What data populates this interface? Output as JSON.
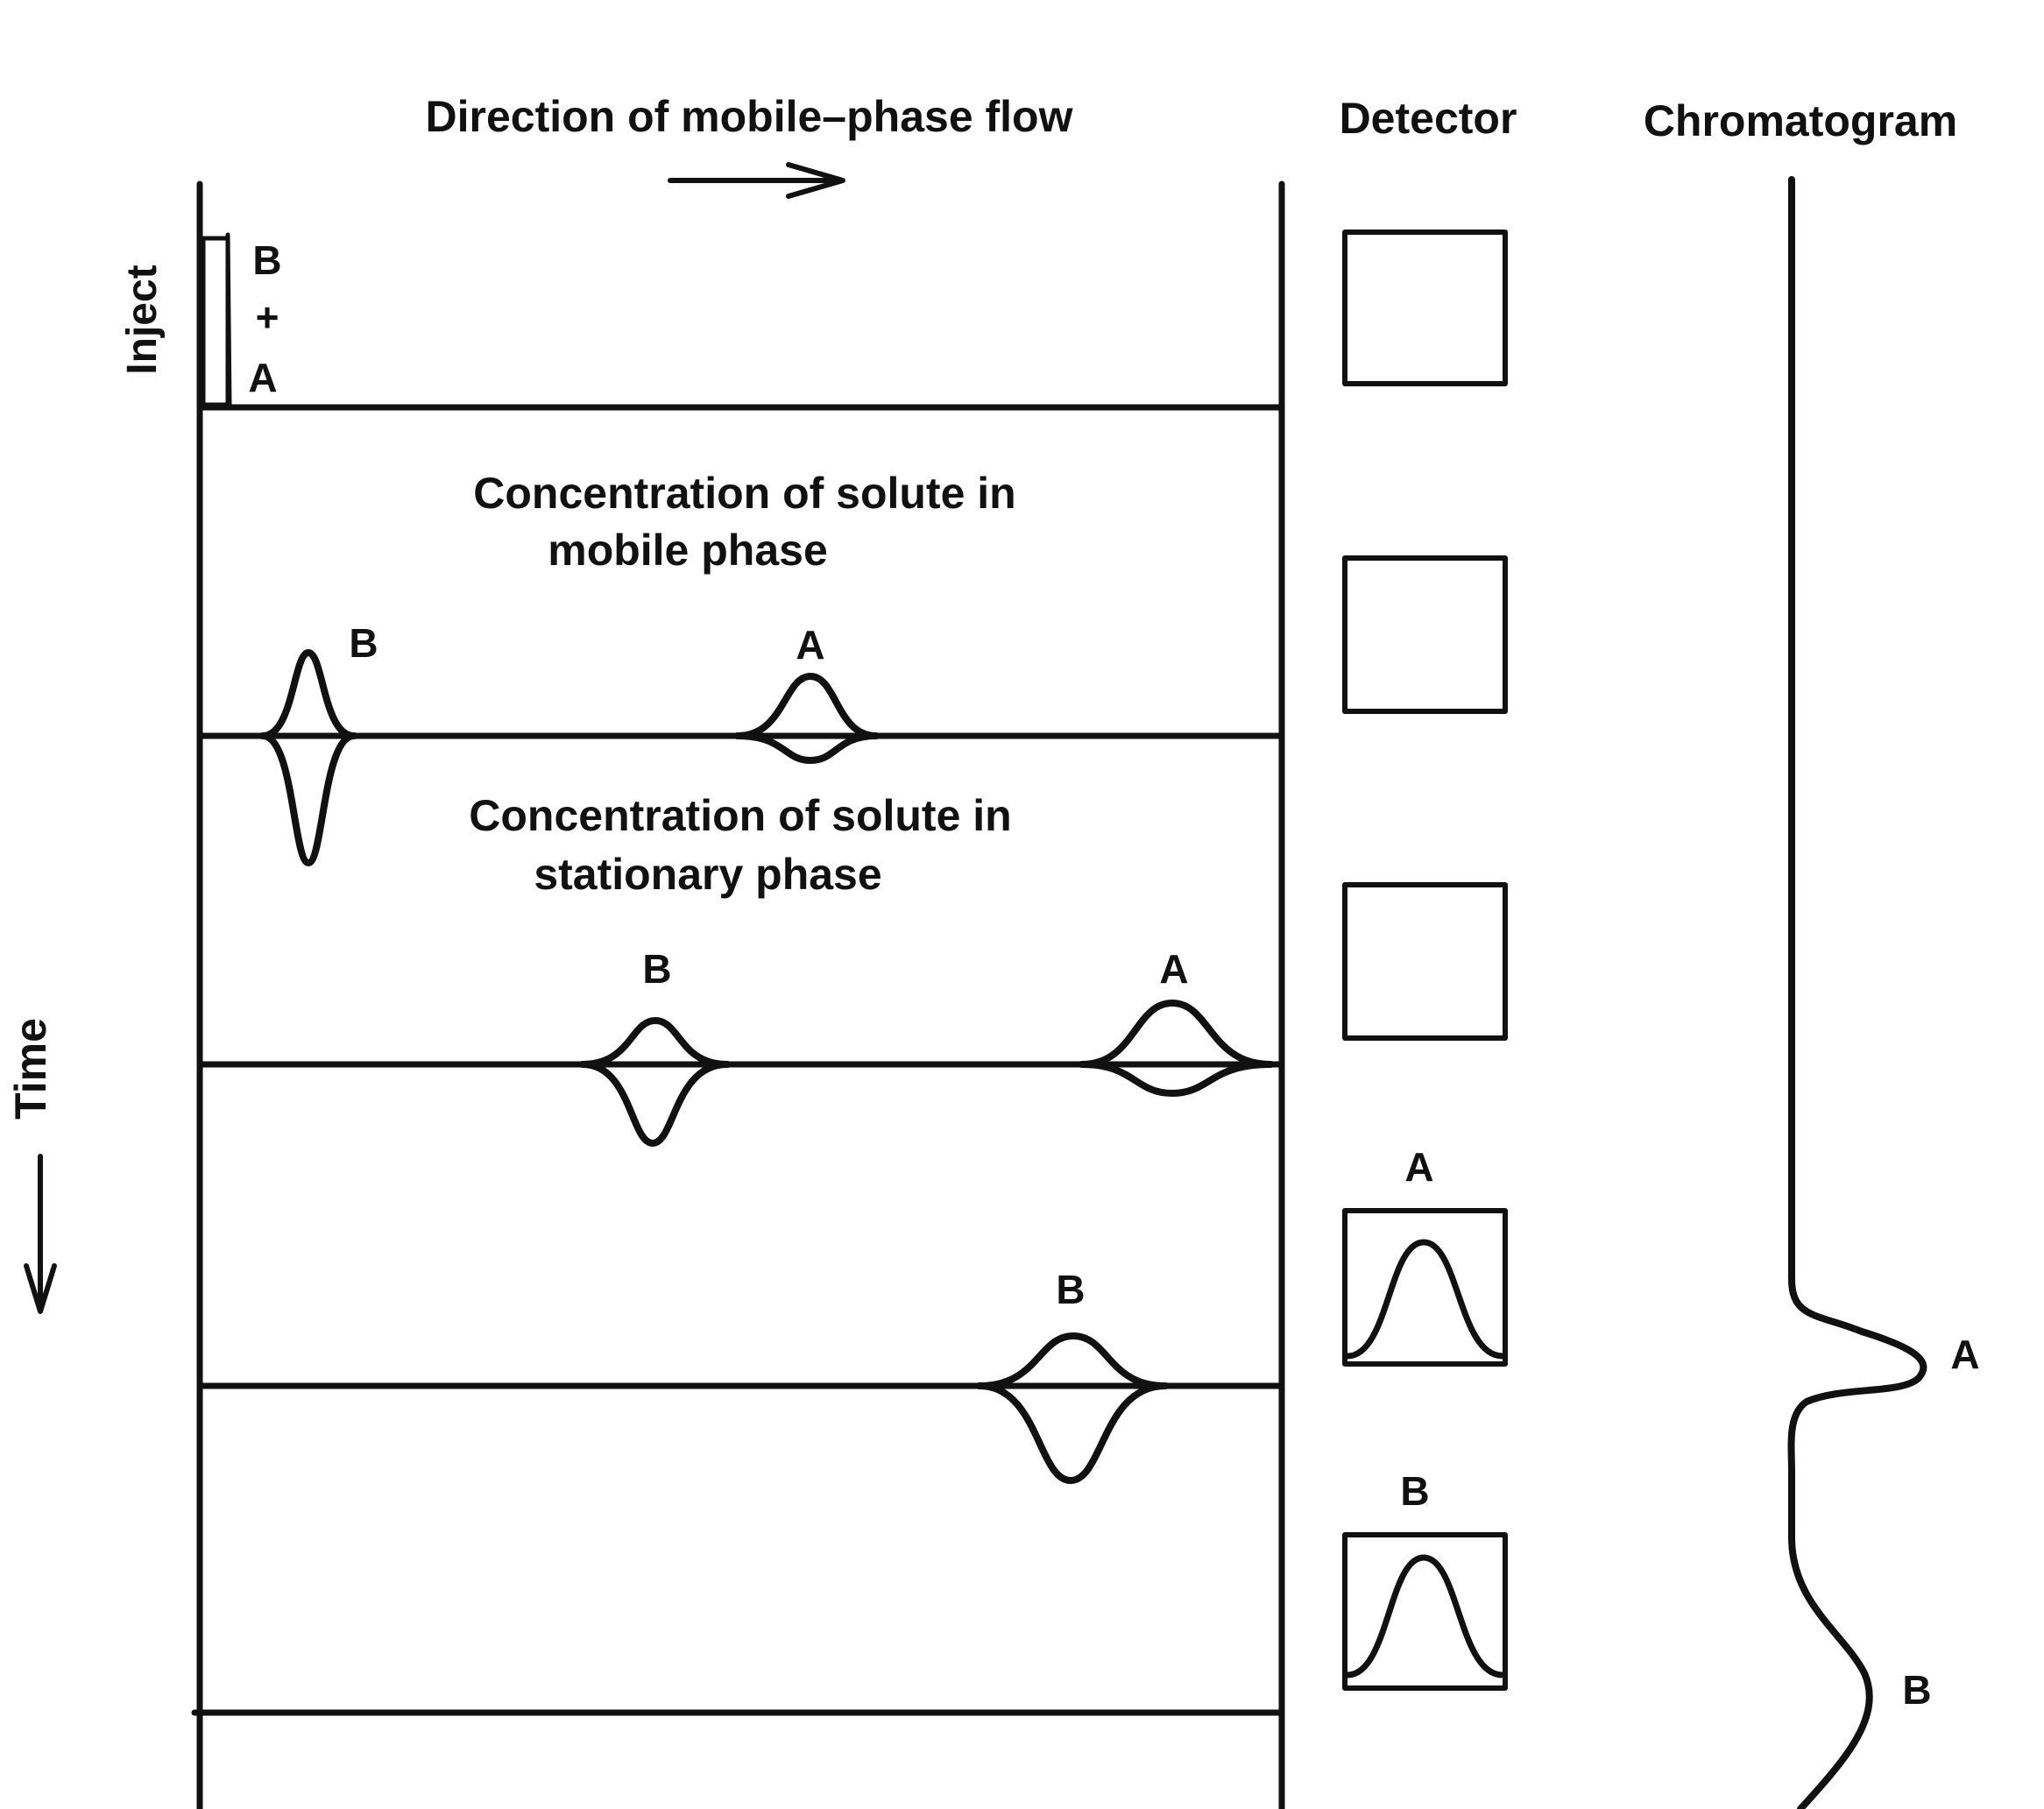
{
  "header": {
    "flow_label": "Direction of mobile–phase flow",
    "detector_label": "Detector",
    "chromatogram_label": "Chromatogram"
  },
  "axis": {
    "inject_label": "Inject",
    "time_label": "Time"
  },
  "injection": {
    "top": "B",
    "plus": "+",
    "bottom": "A"
  },
  "annotations": {
    "mobile_line1": "Concentration of solute in",
    "mobile_line2": "mobile phase",
    "stationary_line1": "Concentration of solute in",
    "stationary_line2": "stationary phase"
  },
  "stage2": {
    "peak_b": "B",
    "peak_a": "A"
  },
  "stage3": {
    "peak_b": "B",
    "peak_a": "A"
  },
  "stage4": {
    "peak_b": "B"
  },
  "detector": {
    "peak_a": "A",
    "peak_b": "B"
  },
  "chromatogram": {
    "peak_a": "A",
    "peak_b": "B"
  },
  "colors": {
    "ink": "#111111",
    "paper": "#ffffff"
  }
}
